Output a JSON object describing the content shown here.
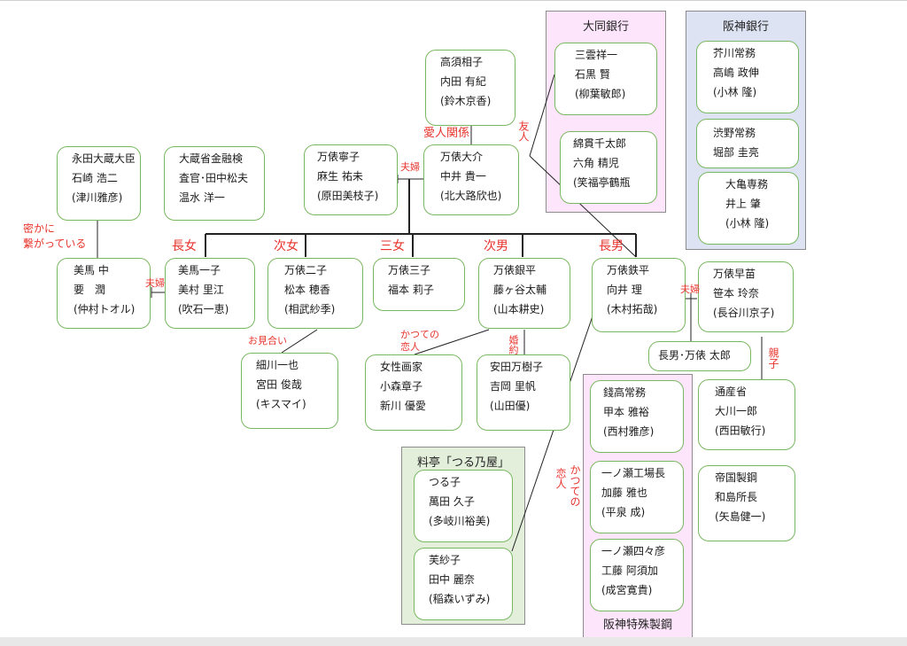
{
  "groups": {
    "daido": {
      "title": "大同銀行",
      "color": "#fde6fb"
    },
    "hanshin_bank": {
      "title": "阪神銀行",
      "color": "#dde3f2"
    },
    "tsurunoya": {
      "title": "料亭「つる乃屋」",
      "color": "#e3efdb"
    },
    "hanshin_steel": {
      "title": "阪神特殊製鋼",
      "color": "#fde6fb"
    }
  },
  "people": {
    "nagata": [
      "永田大蔵大臣",
      "石崎 浩二",
      "(津川雅彦)"
    ],
    "okura": [
      "大蔵省金融検",
      "査官･田中松夫",
      "温水 洋一"
    ],
    "yasuko": [
      "万俵寧子",
      "麻生 祐未",
      "(原田美枝子)"
    ],
    "daisuke": [
      "万俵大介",
      "中井 貴一",
      "(北大路欣也)"
    ],
    "aiko": [
      "高須相子",
      "内田 有紀",
      "(鈴木京香)"
    ],
    "mimaki": [
      "美馬 中",
      "要　潤",
      "(仲村トオル)"
    ],
    "ichiko": [
      "美馬一子",
      "美村 里江",
      "(吹石一恵)"
    ],
    "niko": [
      "万俵二子",
      "松本 穂香",
      "(相武紗季)"
    ],
    "sanko": [
      "万俵三子",
      "福本 莉子"
    ],
    "ginpei": [
      "万俵銀平",
      "藤ヶ谷太輔",
      "(山本耕史)"
    ],
    "teppei": [
      "万俵鉄平",
      "向井 理",
      "(木村拓哉)"
    ],
    "sanae": [
      "万俵早苗",
      "笹本 玲奈",
      "(長谷川京子)"
    ],
    "hosokawa": [
      "細川一也",
      "宮田 俊哉",
      "(キスマイ)"
    ],
    "gaka": [
      "女性画家",
      "小森章子",
      "新川 優愛"
    ],
    "mariko": [
      "安田万樹子",
      "吉岡 里帆",
      "(山田優)"
    ],
    "taro": [
      "長男･万俵 太郎"
    ],
    "ookawa": [
      "通産省",
      "大川一郎",
      "(西田敏行)"
    ],
    "wajima": [
      "帝国製鋼",
      "和島所長",
      "(矢島健一)"
    ],
    "mikumo": [
      "三雲祥一",
      "石黒 賢",
      "(柳葉敏郎)"
    ],
    "watanuki": [
      "綿貫千太郎",
      "六角 精児",
      "(笑福亭鶴瓶"
    ],
    "akutagawa": [
      "芥川常務",
      "高嶋 政伸",
      "(小林 隆)"
    ],
    "shibuno": [
      "渋野常務",
      "堀部 圭亮"
    ],
    "okame": [
      "大亀専務",
      "井上 肇",
      "(小林 隆)"
    ],
    "zenidaka": [
      "錢高常務",
      "甲本 雅裕",
      "(西村雅彦)"
    ],
    "ichinose_plant": [
      "一ノ瀬工場長",
      "加藤 雅也",
      "(平泉 成)"
    ],
    "ichinose_shiro": [
      "一ノ瀬四々彦",
      "工藤 阿須加",
      "(成宮寛貴)"
    ],
    "tsuruko": [
      "つる子",
      "萬田 久子",
      "(多岐川裕美)"
    ],
    "fusako": [
      "芙紗子",
      "田中 麗奈",
      "(稲森いずみ)"
    ]
  },
  "labels": {
    "aijin": "愛人関係",
    "fufu_parents": "夫婦",
    "fufu_mima": "夫婦",
    "fufu_teppei": "夫婦",
    "hisoka1": "密かに",
    "hisoka2": "繋がっている",
    "choujo": "長女",
    "jijo": "次女",
    "sanjo": "三女",
    "jinan": "次男",
    "chounan": "長男",
    "omiai": "お見合い",
    "katsute1": "かつての",
    "koibito1": "恋人",
    "konyaku": "婚約",
    "yujin": "友人",
    "oyako": "親子",
    "koibito2": "恋人",
    "katsute2": "かつての"
  }
}
